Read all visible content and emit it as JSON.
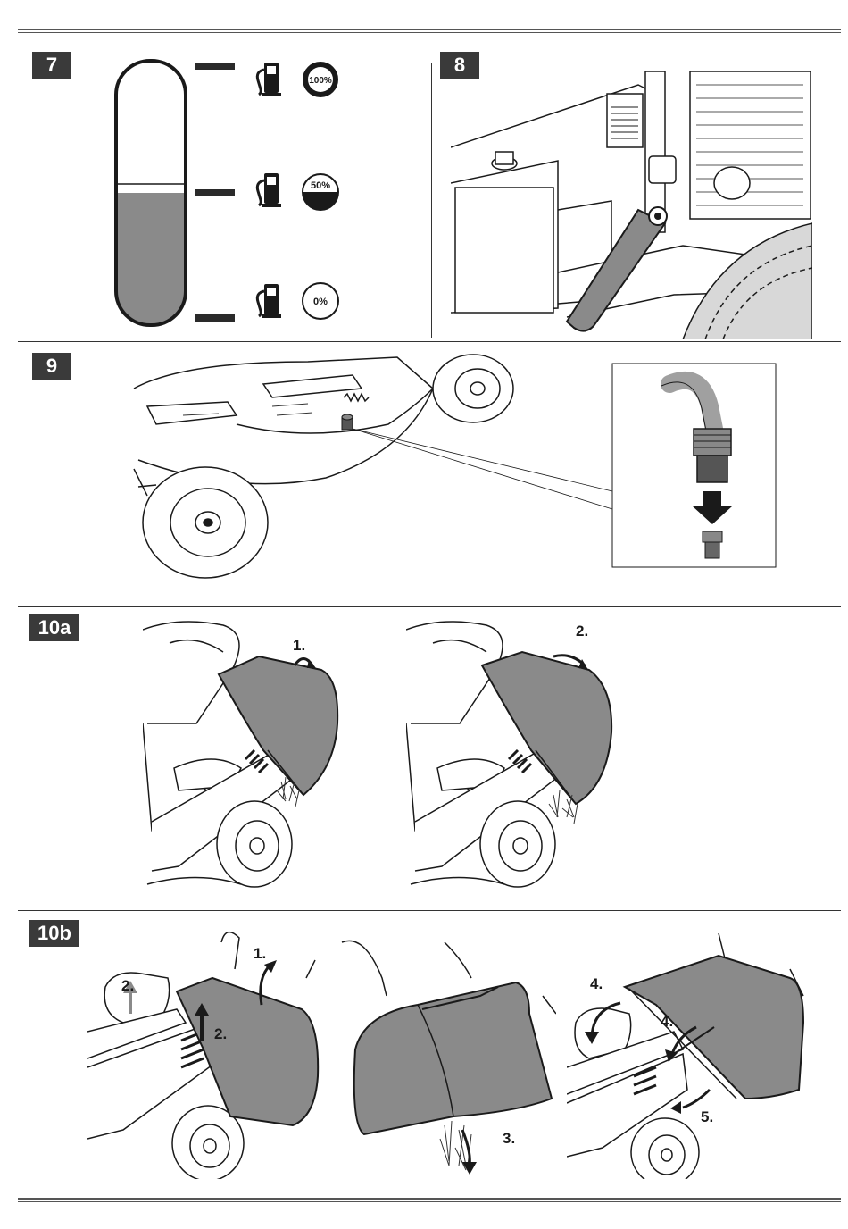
{
  "figures": [
    {
      "id": "7",
      "label": "7",
      "levels": [
        {
          "icon": "fuel-pump-icon",
          "gauge_text": "100%",
          "gauge_fill": 1.0
        },
        {
          "icon": "fuel-pump-icon",
          "gauge_text": "50%",
          "gauge_fill": 0.5
        },
        {
          "icon": "fuel-pump-icon",
          "gauge_text": "0%",
          "gauge_fill": 0.0
        }
      ],
      "tank_fill_level": 0.5
    },
    {
      "id": "8",
      "label": "8"
    },
    {
      "id": "9",
      "label": "9"
    },
    {
      "id": "10a",
      "label": "10a",
      "steps": [
        "1.",
        "2."
      ]
    },
    {
      "id": "10b",
      "label": "10b",
      "steps": [
        "1.",
        "2.",
        "2.",
        "3.",
        "4.",
        "4.",
        "5."
      ]
    }
  ],
  "colors": {
    "ink": "#1a1a1a",
    "grey_fill": "#8a8a8a",
    "light_grey": "#bfbfbf",
    "label_bg": "#3a3a3a"
  }
}
